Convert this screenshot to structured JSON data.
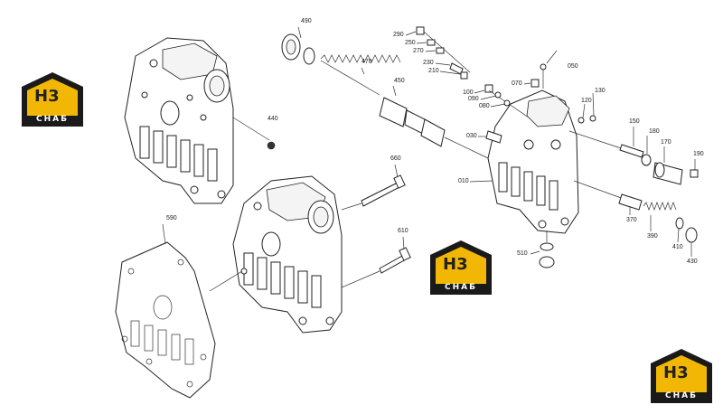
{
  "logo": {
    "letters": "H3",
    "text": "CHAБ",
    "accent": "#f2b705",
    "dark": "#1a1a1a"
  },
  "parts": [
    {
      "id": "490"
    },
    {
      "id": "470"
    },
    {
      "id": "450"
    },
    {
      "id": "440"
    },
    {
      "id": "290"
    },
    {
      "id": "250"
    },
    {
      "id": "270"
    },
    {
      "id": "230"
    },
    {
      "id": "210"
    },
    {
      "id": "050"
    },
    {
      "id": "070"
    },
    {
      "id": "100"
    },
    {
      "id": "090"
    },
    {
      "id": "080"
    },
    {
      "id": "130"
    },
    {
      "id": "120"
    },
    {
      "id": "150"
    },
    {
      "id": "180"
    },
    {
      "id": "170"
    },
    {
      "id": "190"
    },
    {
      "id": "030"
    },
    {
      "id": "010"
    },
    {
      "id": "660"
    },
    {
      "id": "610"
    },
    {
      "id": "590"
    },
    {
      "id": "370"
    },
    {
      "id": "390"
    },
    {
      "id": "410"
    },
    {
      "id": "430"
    },
    {
      "id": "510"
    }
  ]
}
